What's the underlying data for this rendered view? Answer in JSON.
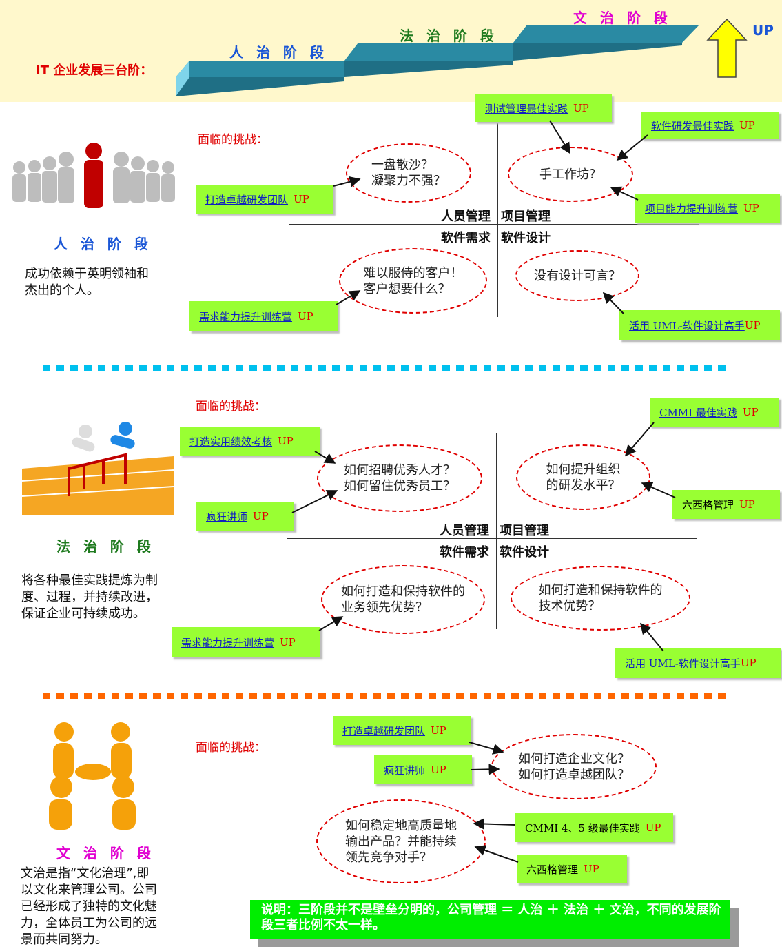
{
  "header": {
    "title": "IT 企业发展三台阶：",
    "steps": [
      "人 治 阶 段",
      "法 治 阶 段",
      "文 治 阶 段"
    ],
    "up": "UP",
    "colors": {
      "step": "#1f7f95",
      "arrow": "#ffff00"
    }
  },
  "section1": {
    "label": "人 治 阶 段",
    "desc": "成功依赖于英明领袖和\n杰出的个人。",
    "challenge": "面临的挑战：",
    "quadrants": {
      "tl": "人员管理",
      "tr": "项目管理",
      "bl": "软件需求",
      "br": "软件设计"
    },
    "ellipses": [
      "一盘散沙？\n凝聚力不强？",
      "手工作坊？",
      "难以服侍的客户！\n客户想要什么？",
      "没有设计可言？"
    ],
    "boxes": [
      {
        "text": "测试管理最佳实践",
        "up": "UP"
      },
      {
        "text": "软件研发最佳实践",
        "up": "UP"
      },
      {
        "text": "打造卓越研发团队",
        "up": "UP"
      },
      {
        "text": "项目能力提升训练营",
        "up": "UP"
      },
      {
        "text": "需求能力提升训练营",
        "up": "UP"
      },
      {
        "text": "活用 UML-软件设计高手",
        "up": "UP"
      }
    ]
  },
  "section2": {
    "label": "法 治 阶 段",
    "desc": "将各种最佳实践提炼为制\n度、过程，并持续改进，\n保证企业可持续成功。",
    "challenge": "面临的挑战：",
    "quadrants": {
      "tl": "人员管理",
      "tr": "项目管理",
      "bl": "软件需求",
      "br": "软件设计"
    },
    "ellipses": [
      "如何招聘优秀人才？\n如何留住优秀员工？",
      "如何提升组织\n的研发水平？",
      "如何打造和保持软件的\n业务领先优势？",
      "如何打造和保持软件的\n技术优势？"
    ],
    "boxes": [
      {
        "text": "CMMI 最佳实践",
        "up": "UP"
      },
      {
        "text": "打造实用绩效考核",
        "up": "UP"
      },
      {
        "text": "疯狂讲师",
        "up": "UP"
      },
      {
        "text": "六西格管理",
        "up": "UP"
      },
      {
        "text": "需求能力提升训练营",
        "up": "UP"
      },
      {
        "text": "活用 UML-软件设计高手",
        "up": "UP"
      }
    ]
  },
  "section3": {
    "label": "文 治 阶 段",
    "desc": "文治是指“文化治理”,即\n以文化来管理公司。公司\n已经形成了独特的文化魅\n力，全体员工为公司的远\n景而共同努力。",
    "challenge": "面临的挑战：",
    "ellipses": [
      "如何打造企业文化？\n如何打造卓越团队？",
      "如何稳定地高质量地\n输出产品？并能持续\n领先竞争对手？"
    ],
    "boxes": [
      {
        "text": "打造卓越研发团队",
        "up": "UP"
      },
      {
        "text": "疯狂讲师",
        "up": "UP"
      },
      {
        "text": "CMMI 4、5 级最佳实践",
        "up": "UP"
      },
      {
        "text": "六西格管理",
        "up": "UP"
      }
    ]
  },
  "note": "说明：三阶段并不是壁垒分明的，公司管理 ＝ 人治 ＋ 法治 ＋ 文治，不同的发展阶段三者比例不太一样。",
  "colors": {
    "box": "#99ff33",
    "dash": "#e00000",
    "sep1": "#00c0ee",
    "sep2": "#ff6600",
    "note": "#00ee00"
  }
}
